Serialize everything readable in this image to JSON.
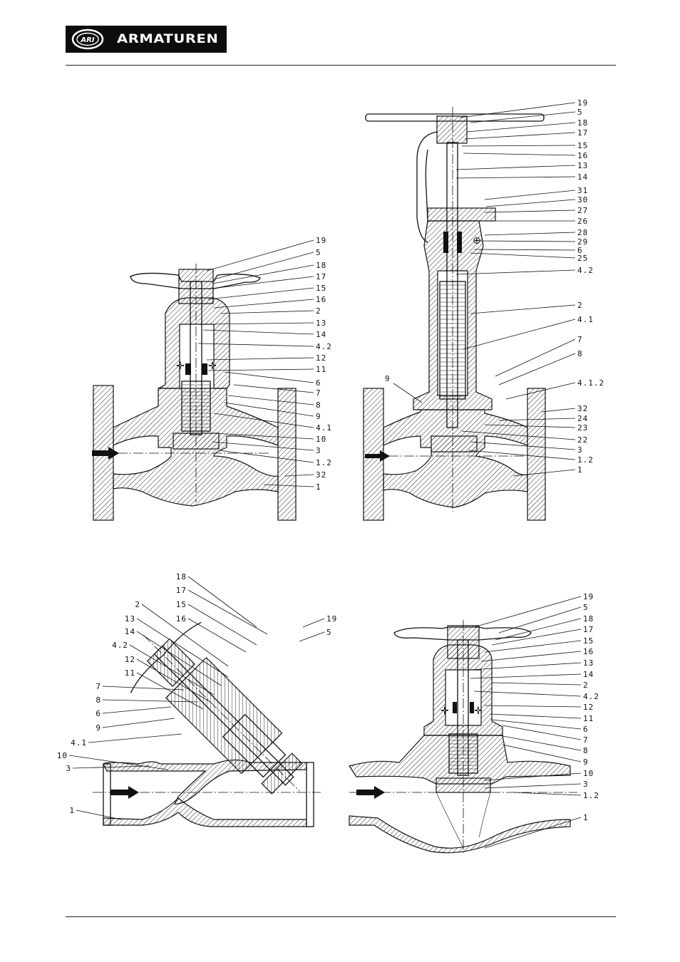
{
  "header": {
    "brand_text": "ARMATUREN",
    "logo_mark": "ARI"
  },
  "figures": [
    {
      "id": "fig-top-left",
      "labels": [
        "19",
        "5",
        "18",
        "17",
        "15",
        "16",
        "2",
        "13",
        "14",
        "4.2",
        "12",
        "11",
        "6",
        "7",
        "8",
        "9",
        "4.1",
        "10",
        "3",
        "1.2",
        "32",
        "1"
      ]
    },
    {
      "id": "fig-top-right",
      "labels": [
        "19",
        "5",
        "18",
        "17",
        "15",
        "16",
        "13",
        "14",
        "31",
        "30",
        "27",
        "26",
        "28",
        "29",
        "6",
        "25",
        "4.2",
        "2",
        "4.1",
        "7",
        "8",
        "4.1.2",
        "32",
        "24",
        "23",
        "22",
        "3",
        "1.2",
        "1",
        "9"
      ]
    },
    {
      "id": "fig-bottom-left",
      "labels": [
        "18",
        "17",
        "15",
        "16",
        "19",
        "5",
        "2",
        "13",
        "14",
        "4.2",
        "12",
        "11",
        "7",
        "8",
        "6",
        "9",
        "4.1",
        "10",
        "3",
        "1"
      ]
    },
    {
      "id": "fig-bottom-right",
      "labels": [
        "19",
        "5",
        "18",
        "17",
        "15",
        "16",
        "13",
        "14",
        "2",
        "4.2",
        "12",
        "11",
        "6",
        "7",
        "8",
        "9",
        "10",
        "3",
        "1.2",
        "1"
      ]
    }
  ]
}
